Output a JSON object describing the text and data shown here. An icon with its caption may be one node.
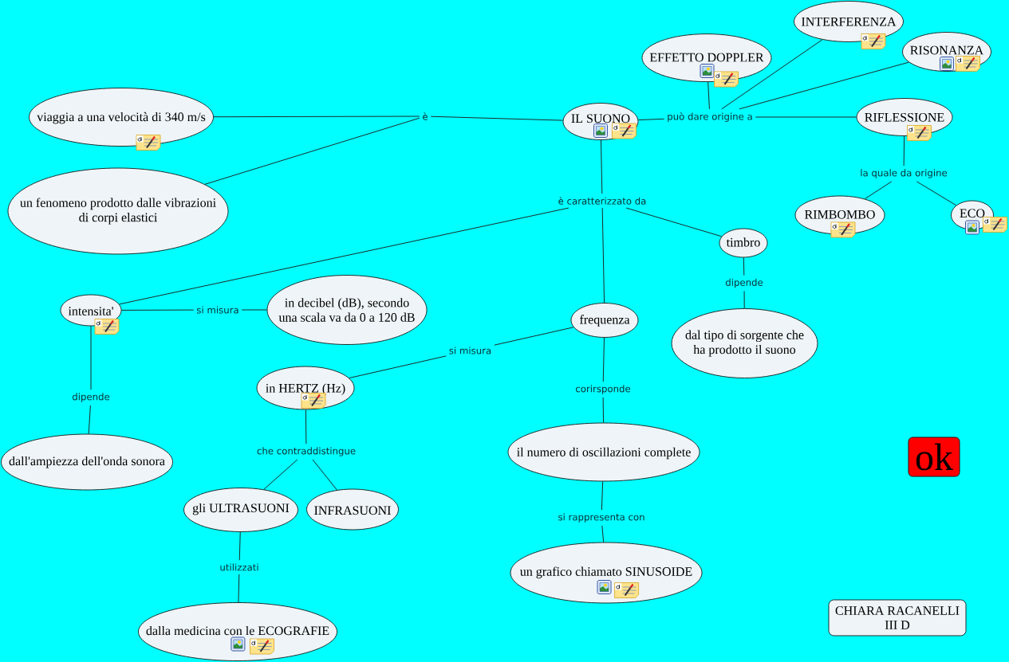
{
  "diagram": {
    "nodes": [
      {
        "text": [
          "INTERFERENZA"
        ]
      },
      {
        "text": [
          "RISONANZA"
        ]
      },
      {
        "text": [
          "EFFETTO DOPPLER"
        ]
      },
      {
        "text": [
          "viaggia a una velocità di 340 m/s"
        ]
      },
      {
        "text": [
          "è"
        ]
      },
      {
        "text": [
          "IL SUONO"
        ]
      },
      {
        "text": [
          "può dare origine a"
        ]
      },
      {
        "text": [
          "RIFLESSIONE"
        ]
      },
      {
        "text": [
          "la quale da origine"
        ]
      },
      {
        "text": [
          "è caratterizzato da"
        ]
      },
      {
        "text": [
          "un fenomeno prodotto dalle vibrazioni di corpi elastici"
        ]
      },
      {
        "text": [
          "RIMBOMBO"
        ]
      },
      {
        "text": [
          "ECO"
        ]
      },
      {
        "text": [
          "timbro"
        ]
      },
      {
        "text": [
          "dipende"
        ]
      },
      {
        "text": [
          "intensita'"
        ]
      },
      {
        "text": [
          "si misura"
        ]
      },
      {
        "text": [
          "in decibel (dB), secondo una scala va da 0 a 120 dB"
        ]
      },
      {
        "text": [
          "frequenza"
        ]
      },
      {
        "text": [
          "dal tipo di sorgente che ha prodotto il suono"
        ]
      },
      {
        "text": [
          "si misura"
        ]
      },
      {
        "text": [
          "in HERTZ (Hz)"
        ]
      },
      {
        "text": [
          "corirsponde"
        ]
      },
      {
        "text": [
          "dipende"
        ]
      },
      {
        "text": [
          "che contraddistingue"
        ]
      },
      {
        "text": [
          "il numero di oscillazioni complete"
        ]
      },
      {
        "text": [
          "ok"
        ]
      },
      {
        "text": [
          "dall'ampiezza dell'onda sonora"
        ]
      },
      {
        "text": [
          "gli ULTRASUONI"
        ]
      },
      {
        "text": [
          "INFRASUONI"
        ]
      },
      {
        "text": [
          "si rappresenta con"
        ]
      },
      {
        "text": [
          "utilizzati"
        ]
      },
      {
        "text": [
          "un grafico chiamato SINUSOIDE"
        ]
      },
      {
        "text": [
          "dalla medicina con le ECOGRAFIE"
        ]
      },
      {
        "text": [
          "CHIARA RACANELLI III D"
        ]
      }
    ],
    "edges": [
      {
        "from": 5,
        "to": 4,
        "arrow": "none"
      },
      {
        "from": 4,
        "to": 3,
        "arrow": "none"
      },
      {
        "from": 4,
        "to": 10,
        "arrow": "none"
      },
      {
        "from": 5,
        "to": 6,
        "arrow": "none"
      },
      {
        "from": 6,
        "to": 2,
        "arrow": "none"
      },
      {
        "from": 6,
        "to": 0,
        "arrow": "none"
      },
      {
        "from": 6,
        "to": 1,
        "arrow": "none"
      },
      {
        "from": 6,
        "to": 7,
        "arrow": "none"
      },
      {
        "from": 7,
        "to": 8,
        "arrow": "none"
      },
      {
        "from": 8,
        "to": 11,
        "arrow": "none"
      },
      {
        "from": 8,
        "to": 12,
        "arrow": "none"
      },
      {
        "from": 5,
        "to": 9,
        "arrow": "none"
      },
      {
        "from": 9,
        "to": 15,
        "arrow": "none"
      },
      {
        "from": 9,
        "to": 18,
        "arrow": "none"
      },
      {
        "from": 9,
        "to": 13,
        "arrow": "none"
      },
      {
        "from": 13,
        "to": 14,
        "arrow": "none"
      },
      {
        "from": 14,
        "to": 19,
        "arrow": "none"
      },
      {
        "from": 15,
        "to": 16,
        "arrow": "none"
      },
      {
        "from": 16,
        "to": 17,
        "arrow": "none"
      },
      {
        "from": 15,
        "to": 23,
        "arrow": "none"
      },
      {
        "from": 23,
        "to": 27,
        "arrow": "none"
      },
      {
        "from": 18,
        "to": 20,
        "arrow": "none"
      },
      {
        "from": 20,
        "to": 21,
        "arrow": "none"
      },
      {
        "from": 18,
        "to": 22,
        "arrow": "none"
      },
      {
        "from": 22,
        "to": 25,
        "arrow": "none"
      },
      {
        "from": 21,
        "to": 24,
        "arrow": "none"
      },
      {
        "from": 24,
        "to": 28,
        "arrow": "none"
      },
      {
        "from": 24,
        "to": 29,
        "arrow": "none"
      },
      {
        "from": 28,
        "to": 31,
        "arrow": "none"
      },
      {
        "from": 31,
        "to": 33,
        "arrow": "none"
      },
      {
        "from": 25,
        "to": 30,
        "arrow": "none"
      },
      {
        "from": 30,
        "to": 32,
        "arrow": "none"
      }
    ]
  }
}
